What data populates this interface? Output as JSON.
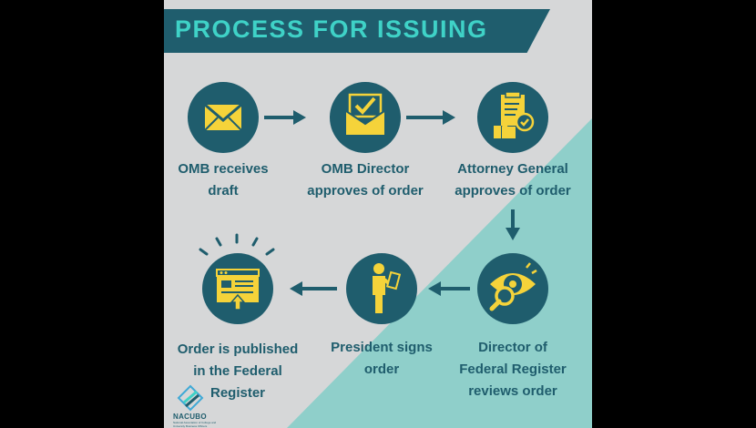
{
  "title": "PROCESS FOR ISSUING",
  "steps": [
    {
      "label": "OMB receives\ndraft",
      "icon": "envelope-icon"
    },
    {
      "label": "OMB Director\napproves of order",
      "icon": "envelope-check-icon"
    },
    {
      "label": "Attorney General\napproves of order",
      "icon": "document-approval-icon"
    },
    {
      "label": "Director of\nFederal Register\nreviews order",
      "icon": "eye-magnifier-icon"
    },
    {
      "label": "President signs\norder",
      "icon": "person-signing-icon"
    },
    {
      "label": "Order is published\nin the Federal\nRegister",
      "icon": "webpage-upload-icon"
    }
  ],
  "logo": {
    "name": "NACUBO",
    "subtitle": "National Association of College and University Business Officers"
  },
  "colors": {
    "dark_teal": "#1f5d6d",
    "accent_teal": "#3fd2c7",
    "light_teal": "#8fcfca",
    "gray": "#d6d7d8",
    "yellow": "#f5d33a"
  }
}
